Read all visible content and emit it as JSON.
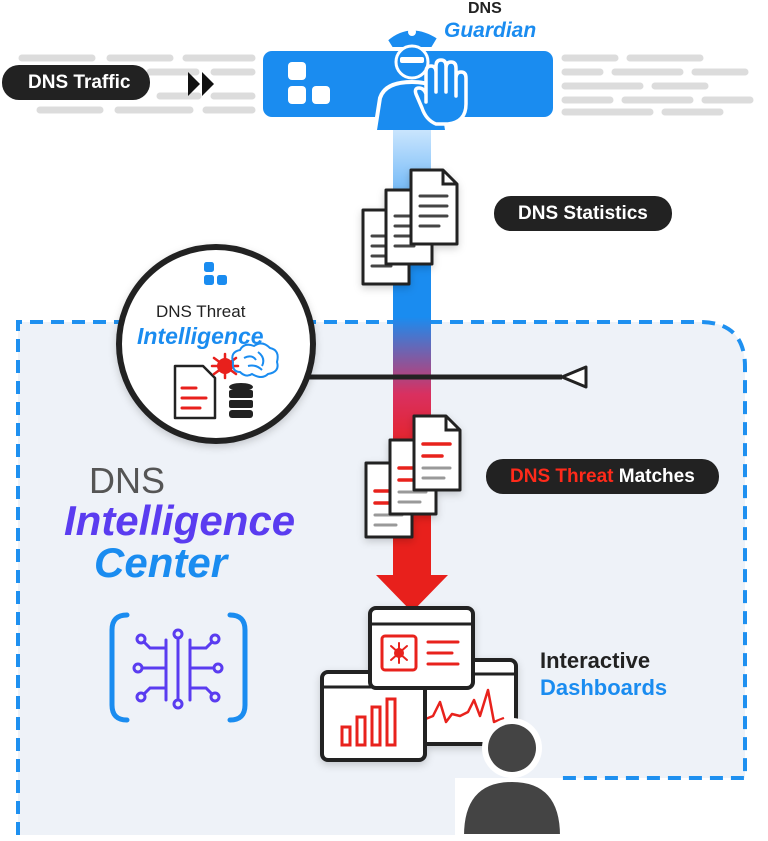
{
  "guardian": {
    "line1": "DNS",
    "line2": "Guardian"
  },
  "traffic": {
    "label": "DNS Traffic"
  },
  "statistics": {
    "label": "DNS Statistics"
  },
  "threat_intel": {
    "line1": "DNS Threat",
    "line2": "Intelligence"
  },
  "matches": {
    "threat_part": "DNS Threat",
    "rest_part": "Matches"
  },
  "center": {
    "line1": "DNS",
    "line2": "Intelligence",
    "line3": "Center"
  },
  "dashboards": {
    "line1": "Interactive",
    "line2": "Dashboards"
  },
  "colors": {
    "blue": "#1a8cf0",
    "red": "#e8201c",
    "purple": "#5a3cf0",
    "dark": "#222222",
    "dash_blue": "#1e90f0",
    "panel_bg": "#eef2f8"
  }
}
